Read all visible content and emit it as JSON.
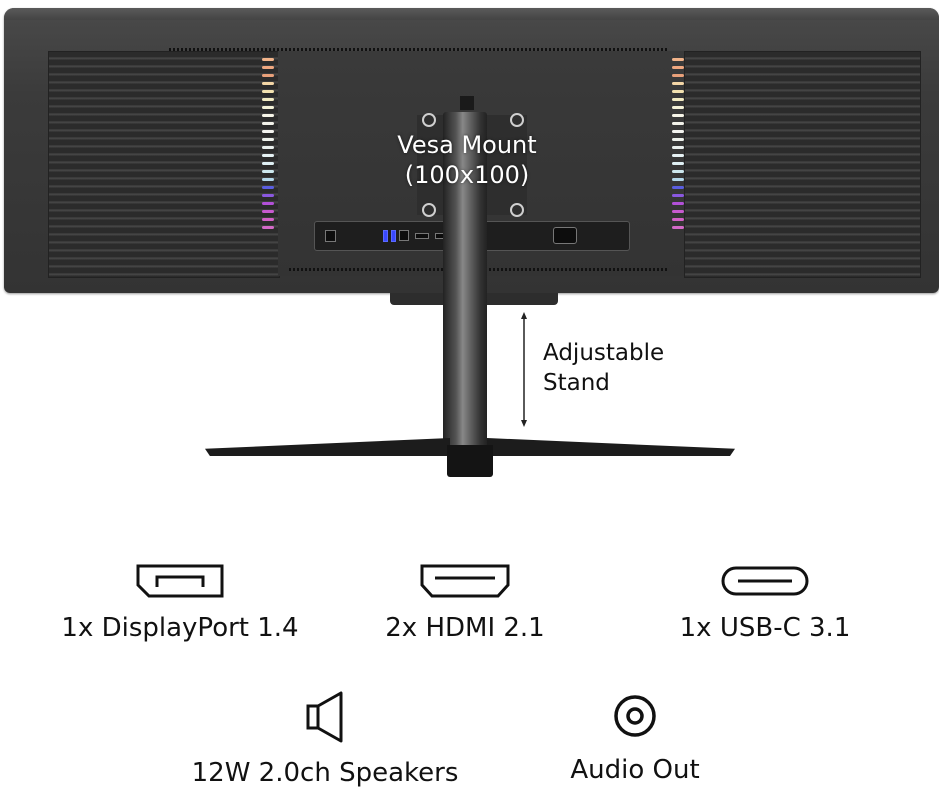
{
  "product_view": {
    "callouts": {
      "vesa_mount_line1": "Vesa Mount",
      "vesa_mount_line2": "(100x100)",
      "stand_line1": "Adjustable",
      "stand_line2": "Stand"
    },
    "rgb_colors": [
      "#f2b48a",
      "#f0a880",
      "#e8a07a",
      "#f3d6a6",
      "#f3e2b0",
      "#f2ebc2",
      "#f4f2d8",
      "#f6f5e8",
      "#f2f2ea",
      "#f4f4f0",
      "#eef2ec",
      "#eaf0ee",
      "#e6f2f4",
      "#dff0f4",
      "#cde8ee",
      "#b4d8ea",
      "#5a5ee0",
      "#8a58e0",
      "#b250d8",
      "#c85ad0",
      "#d460c8",
      "#d46ac8"
    ]
  },
  "connectivity": {
    "items": [
      {
        "icon": "displayport-icon",
        "label": "1x DisplayPort 1.4"
      },
      {
        "icon": "hdmi-icon",
        "label": "2x HDMI 2.1"
      },
      {
        "icon": "usb-c-icon",
        "label": "1x USB-C 3.1"
      },
      {
        "icon": "speaker-icon",
        "label": "12W 2.0ch Speakers"
      },
      {
        "icon": "audio-out-icon",
        "label": "Audio Out"
      }
    ]
  }
}
